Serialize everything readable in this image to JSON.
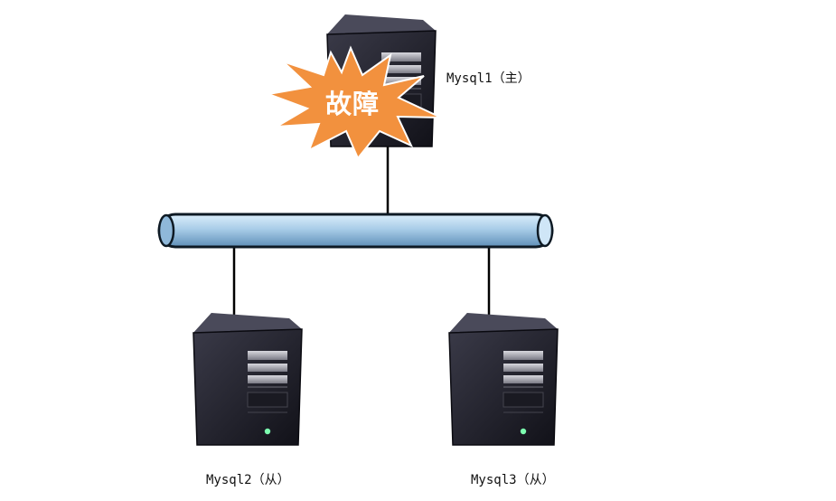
{
  "servers": [
    {
      "id": "mysql1",
      "label": "Mysql1（主）",
      "role": "主",
      "status": "故障"
    },
    {
      "id": "mysql2",
      "label": "Mysql2（从）",
      "role": "从"
    },
    {
      "id": "mysql3",
      "label": "Mysql3（从）",
      "role": "从"
    }
  ],
  "fault_badge": {
    "text": "故障",
    "fill_color": "#f2913e",
    "outline_color": "#ffffff"
  },
  "colors": {
    "bus_fill": "#a9cde8",
    "bus_stroke": "#0e1a24",
    "server_dark": "#1b1b24",
    "server_side": "#2a2a35",
    "link_line": "#000000"
  }
}
